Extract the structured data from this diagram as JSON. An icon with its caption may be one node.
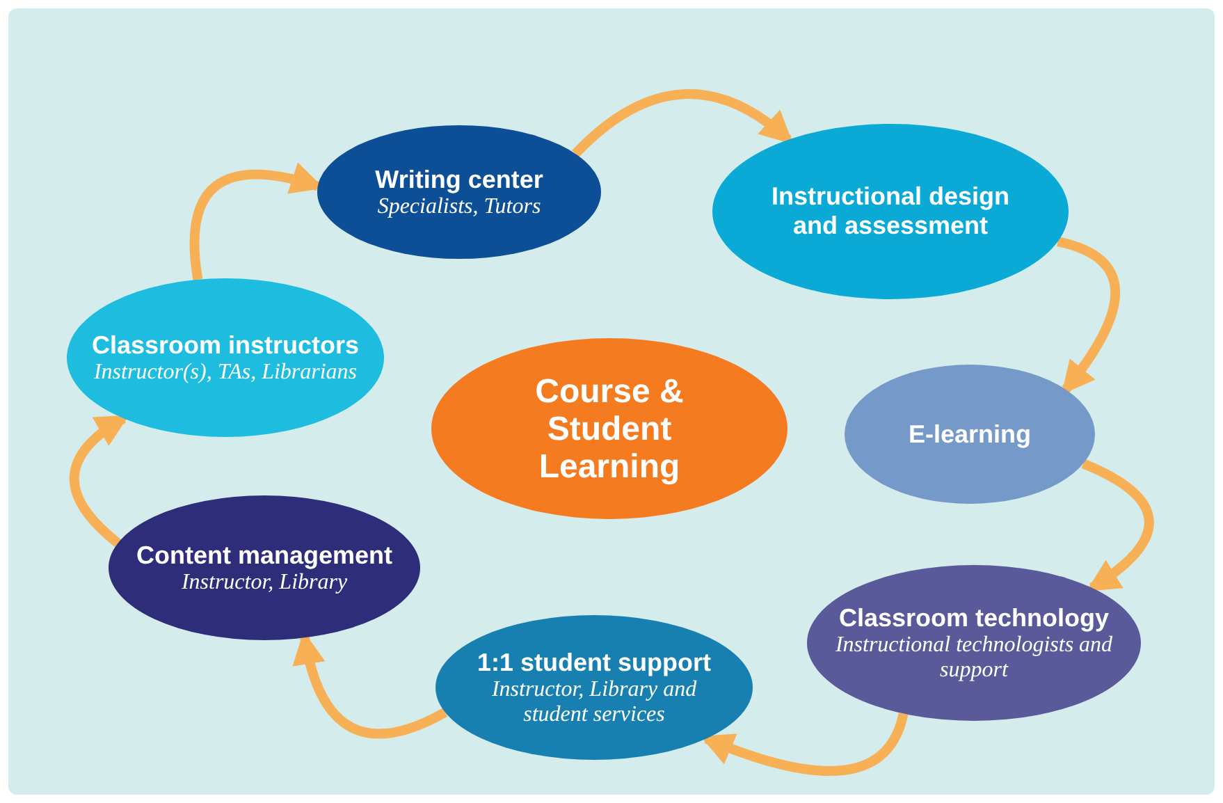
{
  "diagram": {
    "nodes": [
      {
        "text": [
          "Writing center",
          "Specialists, Tutors"
        ]
      },
      {
        "text": [
          "Instructional design and assessment"
        ]
      },
      {
        "text": [
          "Classroom instructors",
          "Instructor(s), TAs, Librarians"
        ]
      },
      {
        "text": [
          "Course & Student Learning"
        ]
      },
      {
        "text": [
          "E-learning"
        ]
      },
      {
        "text": [
          "Content management",
          "Instructor, Library"
        ]
      },
      {
        "text": [
          "Classroom technology",
          "Instructional technologists and support"
        ]
      },
      {
        "text": [
          "1:1 student support",
          "Instructor, Library and student services"
        ]
      }
    ],
    "edges": [
      {
        "from": 0,
        "to": 1,
        "arrow": "to"
      },
      {
        "from": 1,
        "to": 4,
        "arrow": "to"
      },
      {
        "from": 4,
        "to": 6,
        "arrow": "to"
      },
      {
        "from": 6,
        "to": 7,
        "arrow": "to"
      },
      {
        "from": 7,
        "to": 5,
        "arrow": "to"
      },
      {
        "from": 5,
        "to": 2,
        "arrow": "to"
      },
      {
        "from": 2,
        "to": 0,
        "arrow": "to"
      }
    ]
  }
}
